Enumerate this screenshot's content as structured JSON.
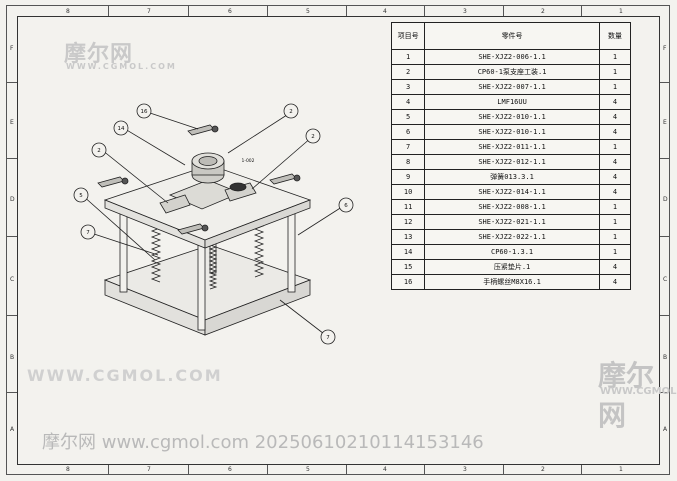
{
  "zones": {
    "top": [
      "8",
      "7",
      "6",
      "5",
      "4",
      "3",
      "2",
      "1"
    ],
    "bottom": [
      "8",
      "7",
      "6",
      "5",
      "4",
      "3",
      "2",
      "1"
    ],
    "left": [
      "F",
      "E",
      "D",
      "C",
      "B",
      "A"
    ],
    "right": [
      "F",
      "E",
      "D",
      "C",
      "B",
      "A"
    ]
  },
  "bom": {
    "headers": {
      "item": "项目号",
      "part": "零件号",
      "qty": "数量"
    },
    "rows": [
      {
        "no": "1",
        "part": "SHE-XJZ2-006-1.1",
        "qty": "1"
      },
      {
        "no": "2",
        "part": "CP60-1泵支座工装.1",
        "qty": "1"
      },
      {
        "no": "3",
        "part": "SHE-XJZ2-007-1.1",
        "qty": "1"
      },
      {
        "no": "4",
        "part": "LMF16UU",
        "qty": "4"
      },
      {
        "no": "5",
        "part": "SHE-XJZ2-010-1.1",
        "qty": "4"
      },
      {
        "no": "6",
        "part": "SHE-XJZ2-010-1.1",
        "qty": "4"
      },
      {
        "no": "7",
        "part": "SHE-XJZ2-011-1.1",
        "qty": "1"
      },
      {
        "no": "8",
        "part": "SHE-XJZ2-012-1.1",
        "qty": "4"
      },
      {
        "no": "9",
        "part": "弹簧013.3.1",
        "qty": "4"
      },
      {
        "no": "10",
        "part": "SHE-XJZ2-014-1.1",
        "qty": "4"
      },
      {
        "no": "11",
        "part": "SHE-XJZ2-008-1.1",
        "qty": "1"
      },
      {
        "no": "12",
        "part": "SHE-XJZ2-021-1.1",
        "qty": "1"
      },
      {
        "no": "13",
        "part": "SHE-XJZ2-022-1.1",
        "qty": "1"
      },
      {
        "no": "14",
        "part": "CP60-1.3.1",
        "qty": "1"
      },
      {
        "no": "15",
        "part": "压紧垫片.1",
        "qty": "4"
      },
      {
        "no": "16",
        "part": "手柄螺丝M8X16.1",
        "qty": "4"
      }
    ]
  },
  "balloons": [
    "16",
    "2",
    "14",
    "2",
    "2",
    "5",
    "6",
    "7",
    "7"
  ],
  "plate_label": "1-002",
  "watermarks": {
    "brand": "摩尔网",
    "domain": "WWW.CGMOL.COM",
    "footer": "摩尔网 www.cgmol.com 20250610210114153146"
  }
}
